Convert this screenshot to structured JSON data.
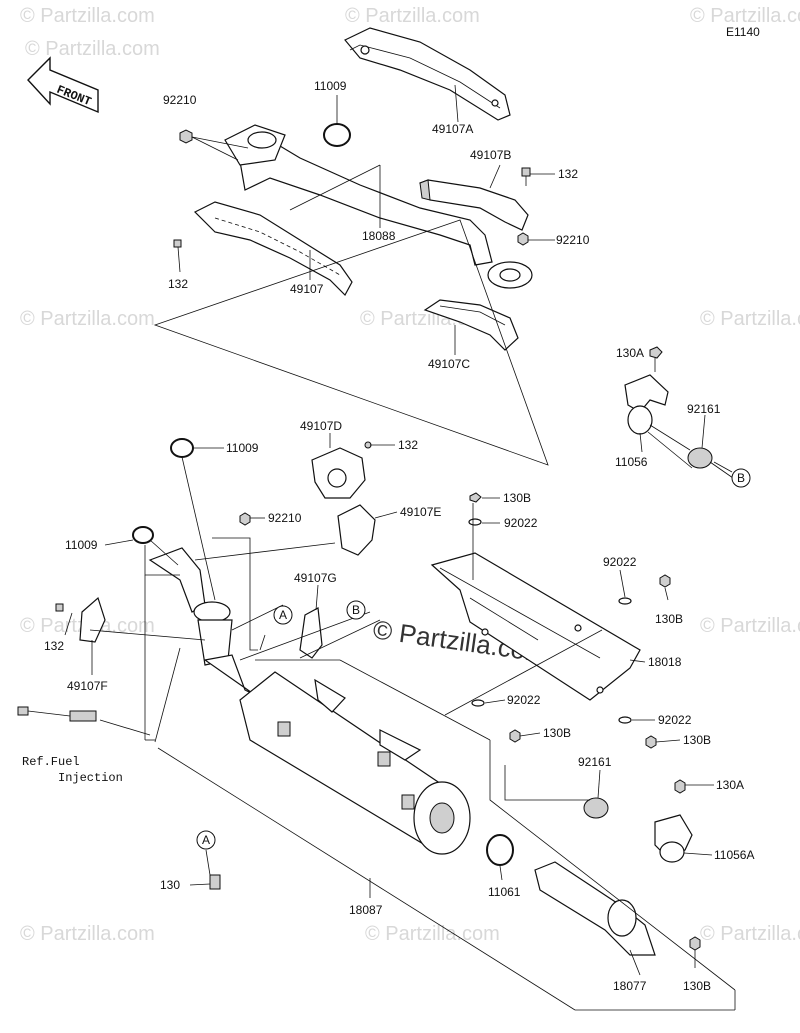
{
  "diagram_code": "E1140",
  "front_label": "FRONT",
  "watermarks": {
    "brand": "© Partzilla.com",
    "center": "© Partzilla.com"
  },
  "callouts": {
    "c92210_top": "92210",
    "c11009_top": "11009",
    "c49107A": "49107A",
    "c49107B": "49107B",
    "c132_b": "132",
    "c92210_b": "92210",
    "c18088": "18088",
    "c132_left": "132",
    "c49107": "49107",
    "c49107C": "49107C",
    "c130A_top": "130A",
    "c92161_top": "92161",
    "c11056": "11056",
    "c49107D": "49107D",
    "c132_d": "132",
    "c11009_mid": "11009",
    "c130B_top": "130B",
    "c92022_top": "92022",
    "c11009_left": "11009",
    "c92210_mid": "92210",
    "c49107E": "49107E",
    "c49107G": "49107G",
    "c92022_right": "92022",
    "c130B_right": "130B",
    "c132_f": "132",
    "c49107F": "49107F",
    "c18018": "18018",
    "c92022_low": "92022",
    "c130B_low": "130B",
    "c92022_low2": "92022",
    "c130B_low2": "130B",
    "c92161_low": "92161",
    "c130A_low": "130A",
    "c11056A": "11056A",
    "c11061": "11061",
    "c18087": "18087",
    "c130": "130",
    "c18077": "18077",
    "c130B_bot": "130B"
  },
  "markers": {
    "A_upper": "A",
    "A_lower": "A",
    "B_right": "B",
    "B_mid": "B"
  },
  "ref_note": {
    "line1": "Ref.Fuel",
    "line2": "Injection"
  }
}
